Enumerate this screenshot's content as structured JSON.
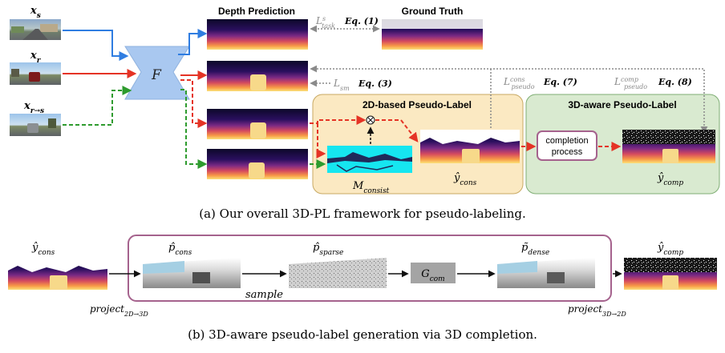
{
  "labels": {
    "x_s": "x",
    "x_s_sub": "s",
    "x_r": "x",
    "x_r_sub": "r",
    "x_rs": "x",
    "x_rs_sub": "r→s",
    "network": "F",
    "depth_prediction": "Depth Prediction",
    "ground_truth": "Ground Truth",
    "l_task": "L",
    "l_task_sup": "s",
    "l_task_sub": "task",
    "eq1": "Eq. (1)",
    "l_sm": "L",
    "l_sm_sub": "sm",
    "eq3": "Eq. (3)",
    "l_pseudo_cons": "L",
    "l_pseudo_cons_sup": "cons",
    "l_pseudo_cons_sub": "pseudo",
    "eq7": "Eq. (7)",
    "l_pseudo_comp": "L",
    "l_pseudo_comp_sup": "comp",
    "l_pseudo_comp_sub": "pseudo",
    "eq8": "Eq. (8)",
    "panel_2d_title": "2D-based Pseudo-Label",
    "panel_3d_title": "3D-aware Pseudo-Label",
    "m_consist": "M",
    "m_consist_sub": "consist",
    "y_cons": "ŷ",
    "y_cons_sub": "cons",
    "completion_line1": "completion",
    "completion_line2": "process",
    "y_comp": "ŷ",
    "y_comp_sub": "comp",
    "caption_a": "(a) Our overall 3D-PL framework for pseudo-labeling.",
    "b_y_cons": "ŷ",
    "b_y_cons_sub": "cons",
    "b_p_cons": "p̂",
    "b_p_cons_sub": "cons",
    "b_p_sparse": "p̂",
    "b_p_sparse_sub": "sparse",
    "b_g_com": "G",
    "b_g_com_sub": "com",
    "b_p_dense": "p̃",
    "b_p_dense_sub": "dense",
    "b_y_comp": "ŷ",
    "b_y_comp_sub": "comp",
    "b_sample": "sample",
    "b_project_left": "project",
    "b_project_left_sub": "2D→3D",
    "b_project_right": "project",
    "b_project_right_sub": "3D→2D",
    "caption_b": "(b) 3D-aware pseudo-label generation via 3D completion."
  },
  "colors": {
    "blue_arrow": "#2f7de1",
    "red_arrow": "#e53325",
    "green_arrow": "#2e9b2e",
    "grey_arrow": "#8a8a8a",
    "network_fill": "#a9c8f0",
    "panel_2d_fill": "#fbe9c2",
    "panel_3d_fill": "#d9ead0",
    "panel_border_2d": "#c8a963",
    "panel_border_3d": "#7fae74",
    "purple_border": "#a5628d",
    "mask_fill": "#16e6f0",
    "g_com_fill": "#a4a4a4"
  }
}
